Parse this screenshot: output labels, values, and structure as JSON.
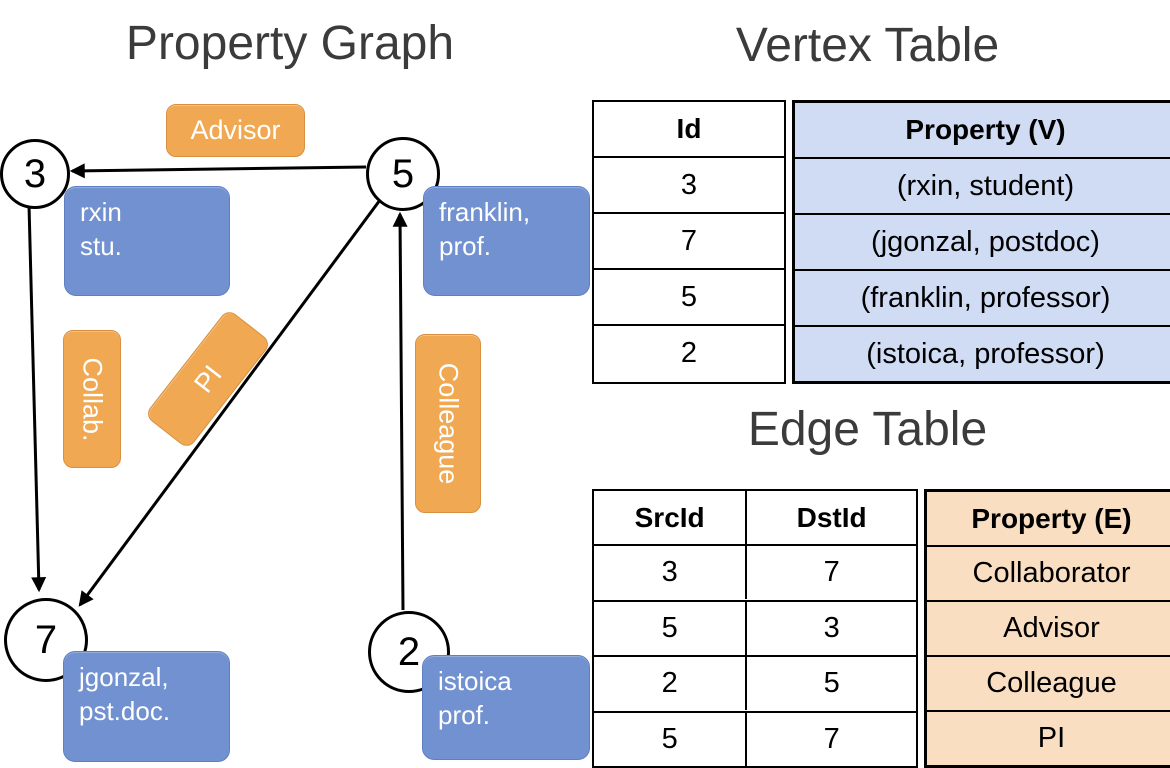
{
  "graph": {
    "title": "Property Graph",
    "vertices": {
      "v3": {
        "id": "3",
        "property": "rxin\nstu."
      },
      "v5": {
        "id": "5",
        "property": "franklin,\nprof."
      },
      "v7": {
        "id": "7",
        "property": "jgonzal,\npst.doc."
      },
      "v2": {
        "id": "2",
        "property": "istoica\nprof."
      }
    },
    "edge_labels": {
      "advisor": "Advisor",
      "collab": "Collab.",
      "pi": "PI",
      "colleague": "Colleague"
    }
  },
  "vertex_table": {
    "title": "Vertex Table",
    "headers": [
      "Id",
      "Property (V)"
    ],
    "rows": [
      [
        "3",
        "(rxin, student)"
      ],
      [
        "7",
        "(jgonzal, postdoc)"
      ],
      [
        "5",
        "(franklin, professor)"
      ],
      [
        "2",
        "(istoica, professor)"
      ]
    ]
  },
  "edge_table": {
    "title": "Edge Table",
    "headers": [
      "SrcId",
      "DstId",
      "Property (E)"
    ],
    "rows": [
      [
        "3",
        "7",
        "Collaborator"
      ],
      [
        "5",
        "3",
        "Advisor"
      ],
      [
        "2",
        "5",
        "Colleague"
      ],
      [
        "5",
        "7",
        "PI"
      ]
    ]
  },
  "colors": {
    "edge_accent": "#F0A852",
    "vertex_accent": "#7191D1",
    "vertex_table_fill": "#CFDCF3",
    "edge_table_fill": "#FADEC1"
  }
}
